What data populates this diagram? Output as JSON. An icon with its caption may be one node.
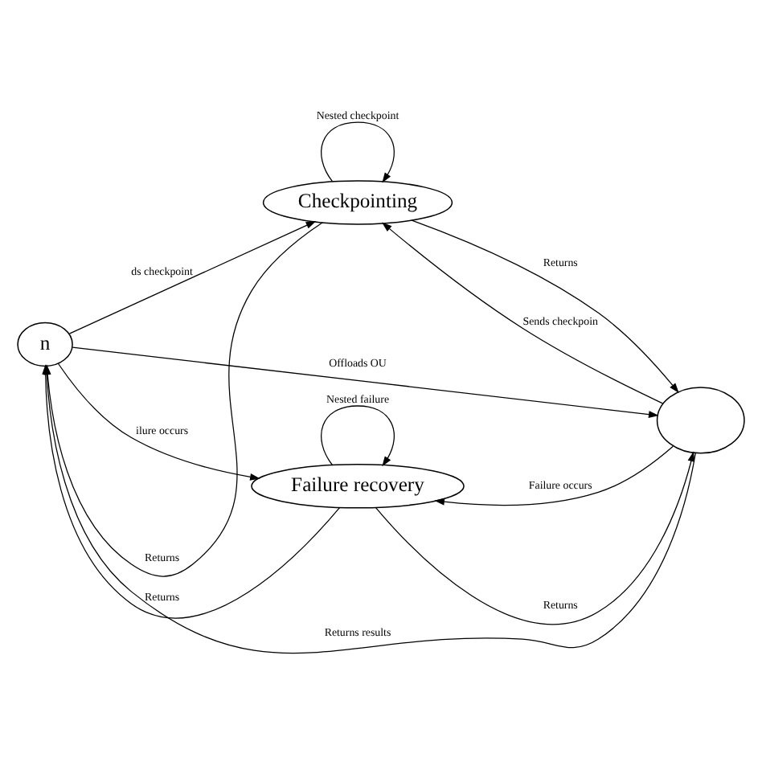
{
  "diagram": {
    "nodes": [
      {
        "text": [
          "n"
        ]
      },
      {
        "text": [
          "Checkpointing"
        ]
      },
      {
        "text": [],
        "shape": "ellipse"
      },
      {
        "text": [
          "Failure recovery"
        ]
      }
    ],
    "edges": [
      {
        "from": 1,
        "to": 1,
        "arrow": "to",
        "label": "Nested checkpoint"
      },
      {
        "from": 0,
        "to": 1,
        "arrow": "to",
        "label": "ds checkpoint"
      },
      {
        "from": 1,
        "to": 0,
        "arrow": "to",
        "label": "Returns"
      },
      {
        "from": 2,
        "to": 1,
        "arrow": "to",
        "label": "Sends checkpoin"
      },
      {
        "from": 1,
        "to": 2,
        "arrow": "to",
        "label": "Returns"
      },
      {
        "from": 0,
        "to": 2,
        "arrow": "to",
        "label": "Offloads OU"
      },
      {
        "from": 2,
        "to": 0,
        "arrow": "to",
        "label": "Returns results"
      },
      {
        "from": 3,
        "to": 0,
        "arrow": "to",
        "label": "Returns"
      },
      {
        "from": 0,
        "to": 3,
        "arrow": "to",
        "label": "ilure occurs"
      },
      {
        "from": 3,
        "to": 2,
        "arrow": "to",
        "label": "Returns"
      },
      {
        "from": 2,
        "to": 3,
        "arrow": "to",
        "label": "Failure occurs"
      },
      {
        "from": 3,
        "to": 3,
        "arrow": "to",
        "label": "Nested failure"
      }
    ]
  }
}
